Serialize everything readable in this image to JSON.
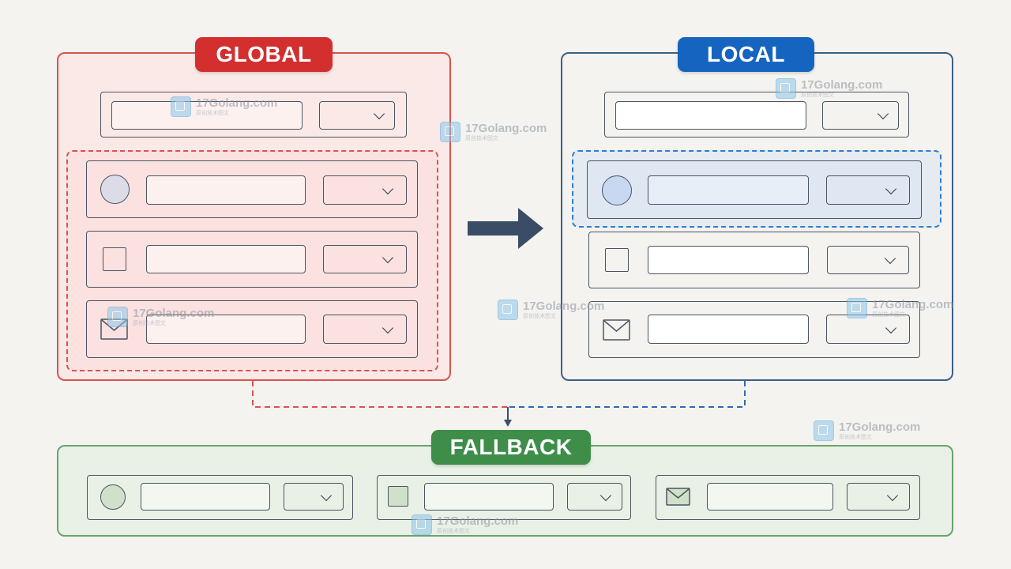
{
  "labels": {
    "global": "GLOBAL",
    "local": "LOCAL",
    "fallback": "FALLBACK"
  },
  "colors": {
    "global": "#d32f2f",
    "local": "#1565c0",
    "fallback": "#3e8e4a",
    "arrow": "#3b4d66"
  },
  "watermark": {
    "text": "17Golang.com",
    "subtext": "原创技术图文"
  },
  "icons": {
    "row_icons": [
      "circle-icon",
      "square-icon",
      "envelope-icon"
    ],
    "dropdown": "chevron-down-icon",
    "arrow": "arrow-right-icon"
  }
}
